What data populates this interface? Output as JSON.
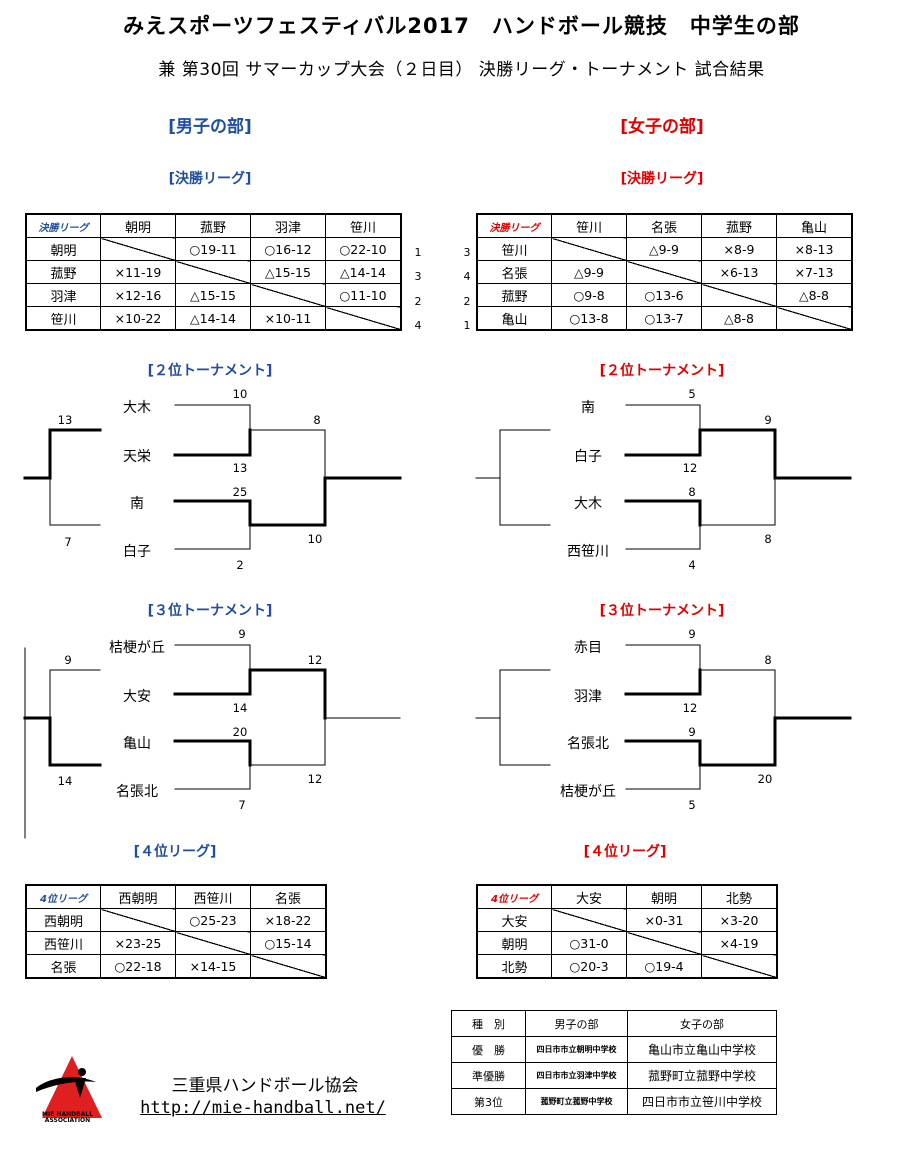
{
  "header": {
    "title": "みえスポーツフェスティバル2017　ハンドボール競技　中学生の部",
    "subtitle": "兼 第30回 サマーカップ大会（２日目） 決勝リーグ・トーナメント 試合結果"
  },
  "boys": {
    "section_title": "[男子の部]",
    "final_league": {
      "title": "[決勝リーグ]",
      "corner": "決勝リーグ",
      "cols": [
        "朝明",
        "菰野",
        "羽津",
        "笹川"
      ],
      "rows": [
        {
          "name": "朝明",
          "cells": [
            "",
            "○19-11",
            "○16-12",
            "○22-10"
          ],
          "rank": "1"
        },
        {
          "name": "菰野",
          "cells": [
            "×11-19",
            "",
            "△15-15",
            "△14-14"
          ],
          "rank": "3"
        },
        {
          "name": "羽津",
          "cells": [
            "×12-16",
            "△15-15",
            "",
            "○11-10"
          ],
          "rank": "2"
        },
        {
          "name": "笹川",
          "cells": [
            "×10-22",
            "△14-14",
            "×10-11",
            ""
          ],
          "rank": "4"
        }
      ]
    },
    "second_tournament": {
      "title": "[２位トーナメント]",
      "teams": [
        "大木",
        "天栄",
        "南",
        "白子"
      ],
      "scores": {
        "t1": "10",
        "t2": "13",
        "t3": "25",
        "t4": "2",
        "s1": "13",
        "s2": "7",
        "f1": "8",
        "f2": "10"
      }
    },
    "third_tournament": {
      "title": "[３位トーナメント]",
      "teams": [
        "桔梗が丘",
        "大安",
        "亀山",
        "名張北"
      ],
      "scores": {
        "t1": "9",
        "t2": "14",
        "t3": "20",
        "t4": "7",
        "s1": "9",
        "s2": "14",
        "f1": "12",
        "f2": "12"
      }
    },
    "fourth_league": {
      "title": "[４位リーグ]",
      "corner": "4位リーグ",
      "cols": [
        "西朝明",
        "西笹川",
        "名張"
      ],
      "rows": [
        {
          "name": "西朝明",
          "cells": [
            "",
            "○25-23",
            "×18-22"
          ]
        },
        {
          "name": "西笹川",
          "cells": [
            "×23-25",
            "",
            "○15-14"
          ]
        },
        {
          "name": "名張",
          "cells": [
            "○22-18",
            "×14-15",
            ""
          ]
        }
      ]
    }
  },
  "girls": {
    "section_title": "[女子の部]",
    "final_league": {
      "title": "[決勝リーグ]",
      "corner": "決勝リーグ",
      "cols": [
        "笹川",
        "名張",
        "菰野",
        "亀山"
      ],
      "rows": [
        {
          "name": "笹川",
          "cells": [
            "",
            "△9-9",
            "×8-9",
            "×8-13"
          ],
          "rank": "3"
        },
        {
          "name": "名張",
          "cells": [
            "△9-9",
            "",
            "×6-13",
            "×7-13"
          ],
          "rank": "4"
        },
        {
          "name": "菰野",
          "cells": [
            "○9-8",
            "○13-6",
            "",
            "△8-8"
          ],
          "rank": "2"
        },
        {
          "name": "亀山",
          "cells": [
            "○13-8",
            "○13-7",
            "△8-8",
            ""
          ],
          "rank": "1"
        }
      ]
    },
    "second_tournament": {
      "title": "[２位トーナメント]",
      "teams": [
        "南",
        "白子",
        "大木",
        "西笹川"
      ],
      "scores": {
        "t1": "5",
        "t2": "12",
        "t3": "8",
        "t4": "4",
        "f1": "9",
        "f2": "8"
      }
    },
    "third_tournament": {
      "title": "[３位トーナメント]",
      "teams": [
        "赤目",
        "羽津",
        "名張北",
        "桔梗が丘"
      ],
      "scores": {
        "t1": "9",
        "t2": "12",
        "t3": "9",
        "t4": "5",
        "f1": "8",
        "f2": "20"
      }
    },
    "fourth_league": {
      "title": "[４位リーグ]",
      "corner": "4位リーグ",
      "cols": [
        "大安",
        "朝明",
        "北勢"
      ],
      "rows": [
        {
          "name": "大安",
          "cells": [
            "",
            "×0-31",
            "×3-20"
          ]
        },
        {
          "name": "朝明",
          "cells": [
            "○31-0",
            "",
            "×4-19"
          ]
        },
        {
          "name": "北勢",
          "cells": [
            "○20-3",
            "○19-4",
            ""
          ]
        }
      ]
    }
  },
  "results": {
    "headers": [
      "種　別",
      "男子の部",
      "女子の部"
    ],
    "rows": [
      [
        "優　勝",
        "四日市市立朝明中学校",
        "亀山市立亀山中学校"
      ],
      [
        "準優勝",
        "四日市市立羽津中学校",
        "菰野町立菰野中学校"
      ],
      [
        "第3位",
        "菰野町立菰野中学校",
        "四日市市立笹川中学校"
      ]
    ]
  },
  "footer": {
    "association": "三重県ハンドボール協会",
    "url": "http://mie-handball.net/",
    "logo_text": "MIE HANDBALL ASSOCIATION",
    "logo_color": "#e02020"
  }
}
